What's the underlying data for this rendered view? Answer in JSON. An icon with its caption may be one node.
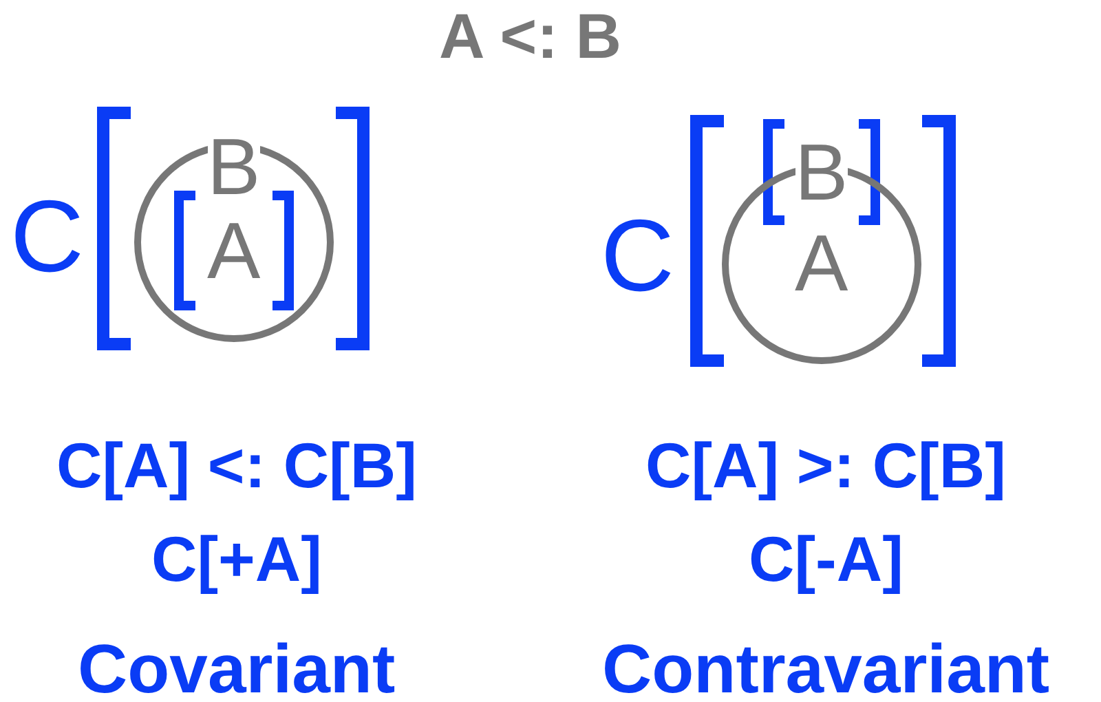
{
  "diagram": {
    "title": "A <: B",
    "nodes": [
      {
        "text": [
          "B",
          "A"
        ]
      },
      {
        "text": [
          "B",
          "A"
        ]
      }
    ],
    "edges": [],
    "labels": [
      "C",
      "C",
      "C[A] <: C[B]",
      "C[A] >: C[B]",
      "C[+A]",
      "C[-A]",
      "Covariant",
      "Contravariant"
    ]
  }
}
